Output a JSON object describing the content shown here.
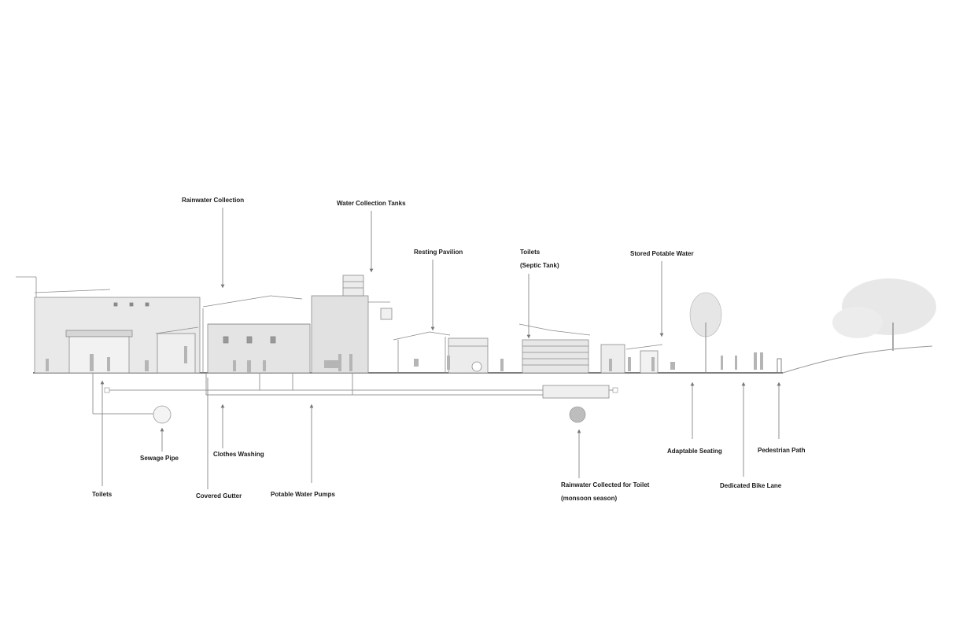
{
  "labels": {
    "rainwater_collection": "Rainwater Collection",
    "water_collection_tanks": "Water Collection Tanks",
    "resting_pavilion": "Resting Pavilion",
    "toilets_septic_line1": "Toilets",
    "toilets_septic_line2": "(Septic Tank)",
    "stored_potable_water": "Stored Potable Water",
    "sewage_pipe": "Sewage Pipe",
    "clothes_washing": "Clothes Washing",
    "toilets": "Toilets",
    "covered_gutter": "Covered Gutter",
    "potable_water_pumps": "Potable Water Pumps",
    "rainwater_toilet_line1": "Rainwater Collected for Toilet",
    "rainwater_toilet_line2": "(monsoon season)",
    "adaptable_seating": "Adaptable Seating",
    "dedicated_bike_lane": "Dedicated Bike Lane",
    "pedestrian_path": "Pedestrian Path"
  },
  "colors": {
    "background": "#ffffff",
    "text": "#1a1a1a",
    "leader_line": "#777777",
    "building_fill": "#e6e6e6",
    "building_stroke": "#8a8a8a",
    "ground": "#555555",
    "tree_fill": "#e2e2e2"
  }
}
